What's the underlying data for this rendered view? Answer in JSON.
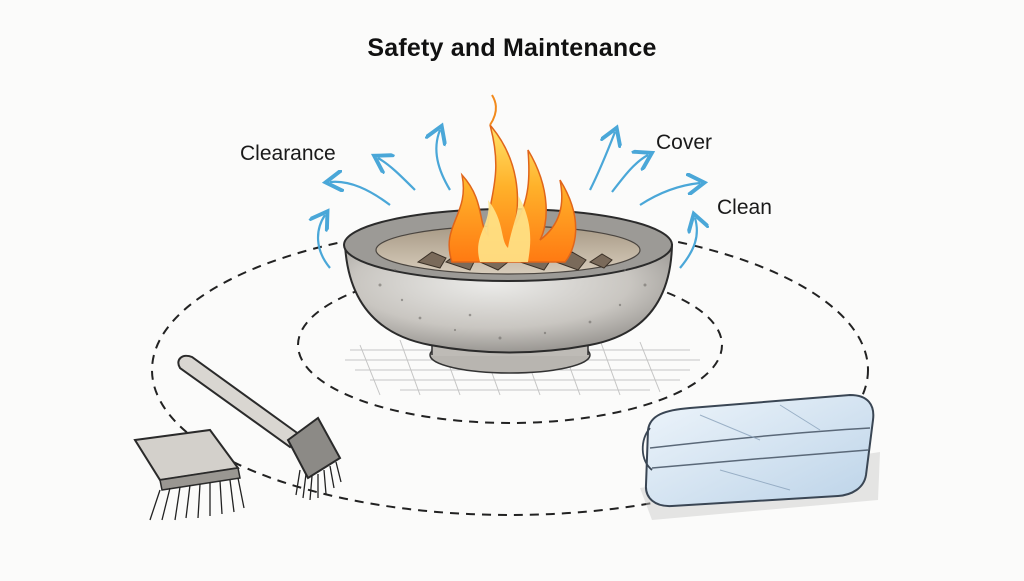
{
  "title": "Safety and Maintenance",
  "labels": {
    "clearance": "Clearance",
    "cover": "Cover",
    "clean": "Clean"
  },
  "colors": {
    "arrow": "#4aa7d8",
    "flame_outer": "#f28a1c",
    "flame_inner": "#ffd23a",
    "bowl": "#c9c6c1",
    "cover": "#dbe8f4",
    "ring": "#222222"
  },
  "icons": [
    "fire-pit-icon",
    "flame-icon",
    "brush-icon",
    "folded-cover-icon",
    "heat-arrow-icon"
  ]
}
